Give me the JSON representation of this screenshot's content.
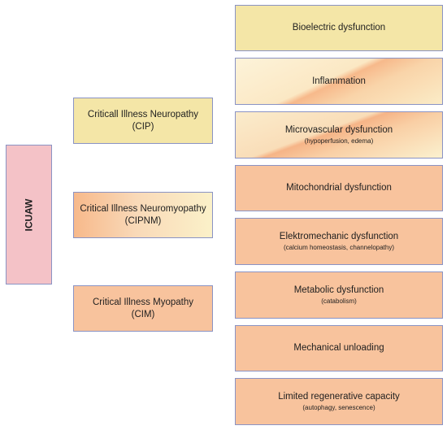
{
  "root": {
    "label": "ICUAW"
  },
  "middle": [
    {
      "title": "Criticall Illness Neuropathy",
      "abbr": "(CIP)"
    },
    {
      "title": "Critical Illness Neuromyopathy",
      "abbr": "(CIPNM)"
    },
    {
      "title": "Critical Illness Myopathy",
      "abbr": "(CIM)"
    }
  ],
  "mechanisms": [
    {
      "title": "Bioelectric dysfunction",
      "detail": ""
    },
    {
      "title": "Inflammation",
      "detail": ""
    },
    {
      "title": "Microvascular dysfunction",
      "detail": "(hypoperfusion, edema)"
    },
    {
      "title": "Mitochondrial dysfunction",
      "detail": ""
    },
    {
      "title": "Elektromechanic dysfunction",
      "detail": "(calcium homeostasis, channelopathy)"
    },
    {
      "title": "Metabolic dysfunction",
      "detail": "(catabolism)"
    },
    {
      "title": "Mechanical unloading",
      "detail": ""
    },
    {
      "title": "Limited regenerative capacity",
      "detail": "(autophagy, senescence)"
    }
  ],
  "colors": {
    "border": "#8a93c4",
    "pink": "#f4c2c7",
    "yellow": "#f4e6a7",
    "orange": "#f8c39d"
  }
}
